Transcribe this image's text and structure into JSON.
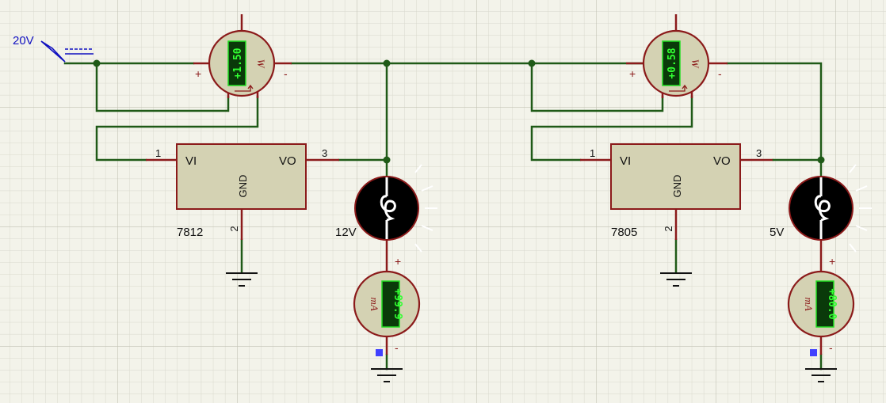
{
  "source": {
    "label": "20V"
  },
  "regulators": [
    {
      "part": "7812",
      "pin_in": "1",
      "pin_out": "3",
      "pin_gnd": "2",
      "label_vi": "VI",
      "label_vo": "VO",
      "label_gnd": "GND",
      "wattmeter": {
        "reading": "+1.50",
        "unit": "W",
        "plus": "+",
        "minus": "-"
      },
      "lamp": {
        "label": "12V"
      },
      "ammeter": {
        "reading": "+99.9",
        "unit": "mA",
        "plus": "+",
        "minus": "-"
      }
    },
    {
      "part": "7805",
      "pin_in": "1",
      "pin_out": "3",
      "pin_gnd": "2",
      "label_vi": "VI",
      "label_vo": "VO",
      "label_gnd": "GND",
      "wattmeter": {
        "reading": "+0.58",
        "unit": "W",
        "plus": "+",
        "minus": "-"
      },
      "lamp": {
        "label": "5V"
      },
      "ammeter": {
        "reading": "+80.0",
        "unit": "mA",
        "plus": "+",
        "minus": "-"
      }
    }
  ],
  "colors": {
    "background": "#f3f3ea",
    "grid": "#d8d8cc",
    "wire": "#1f5a17",
    "component_outline": "#8b1a1a",
    "component_fill": "#d4d2b3",
    "lcd_text": "#32ff32",
    "source": "#1010c0",
    "probe": "#4040ff"
  }
}
